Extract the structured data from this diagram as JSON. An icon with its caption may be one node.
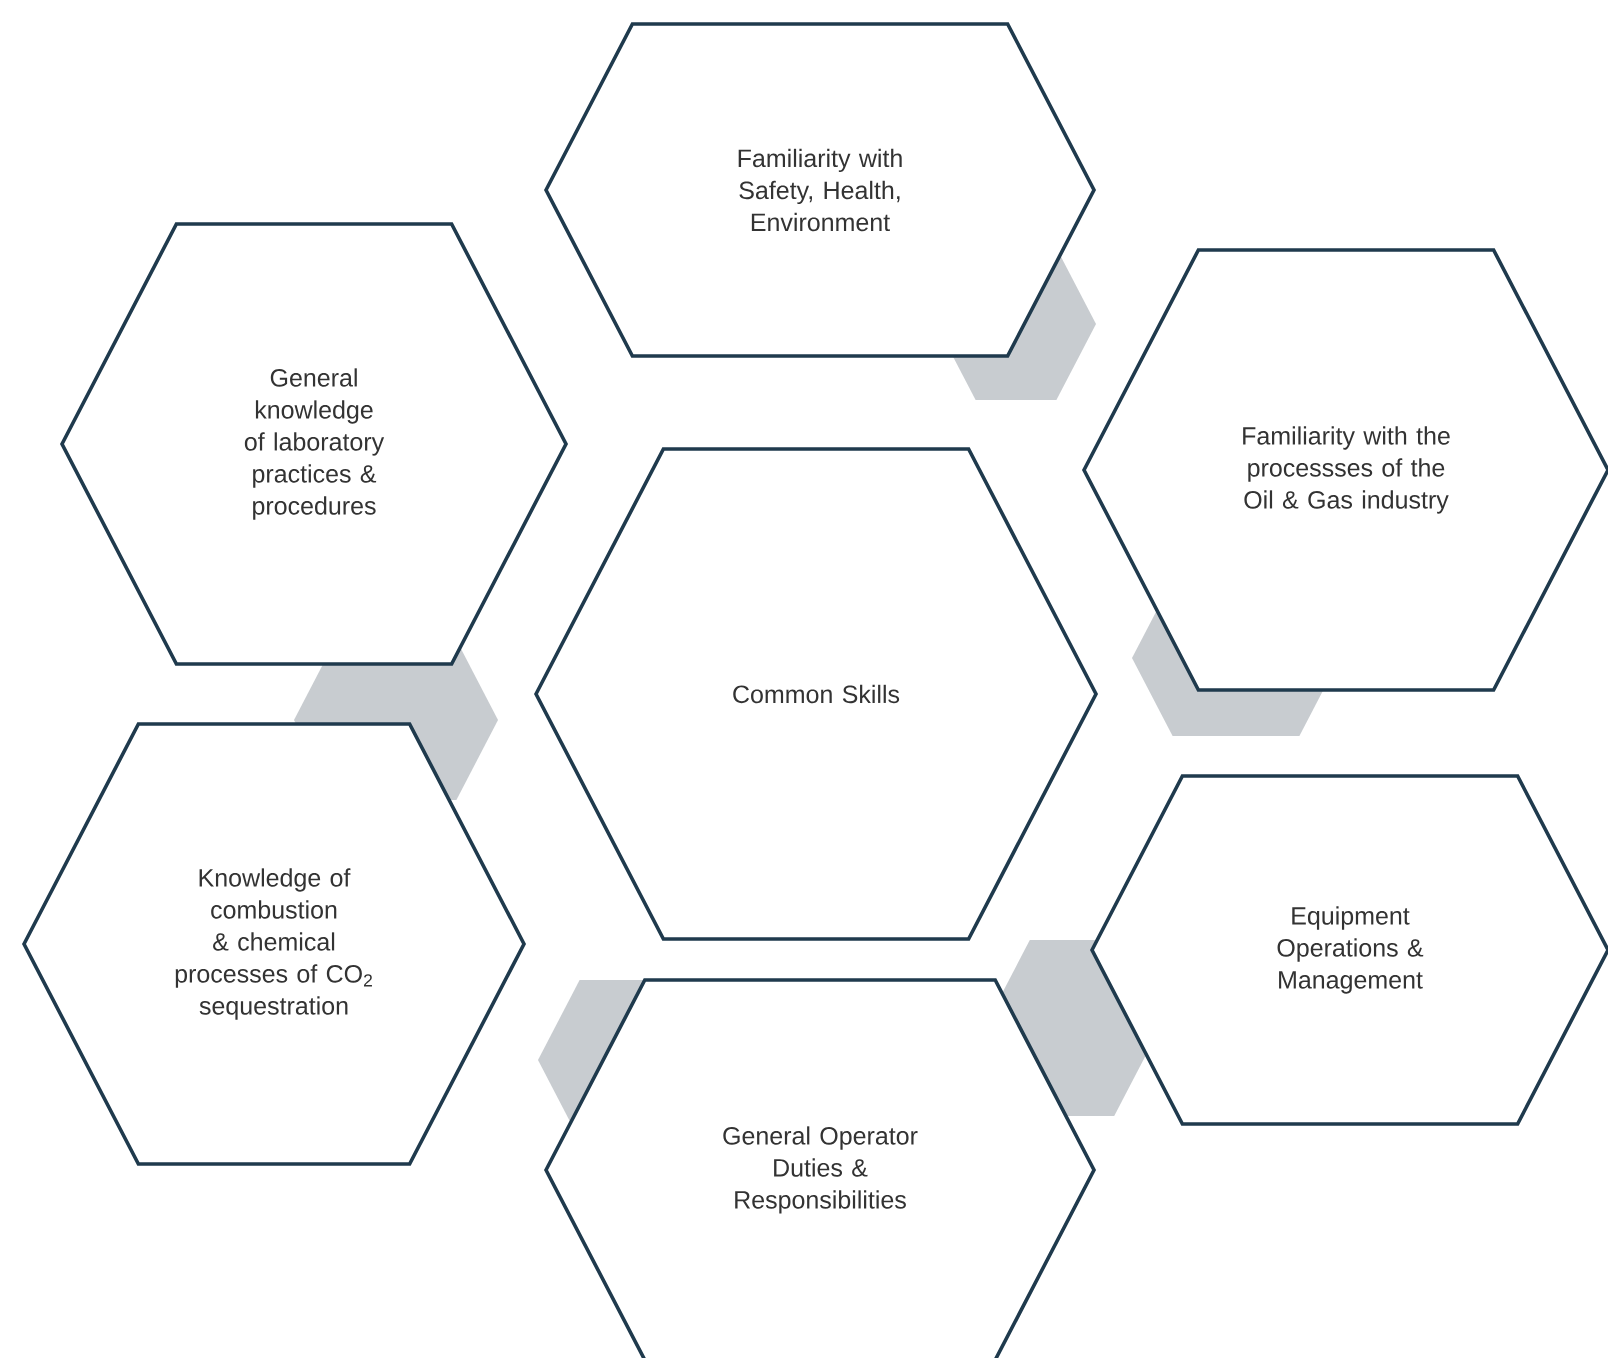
{
  "diagram": {
    "nodes": [
      {
        "text": [
          "Familiarity with Safety, Health, Environment"
        ]
      },
      {
        "text": [
          "General knowledge of laboratory practices & procedures"
        ]
      },
      {
        "text": [
          "Familiarity with the processses of the Oil & Gas industry"
        ]
      },
      {
        "text": [
          "Common Skills"
        ]
      },
      {
        "text": [
          "Knowledge of combustion & chemical processes of CO$_{2}$ sequestration"
        ]
      },
      {
        "text": [
          "Equipment Operations & Management"
        ]
      },
      {
        "text": [
          "General Operator Duties & Responsibilities"
        ]
      }
    ]
  }
}
